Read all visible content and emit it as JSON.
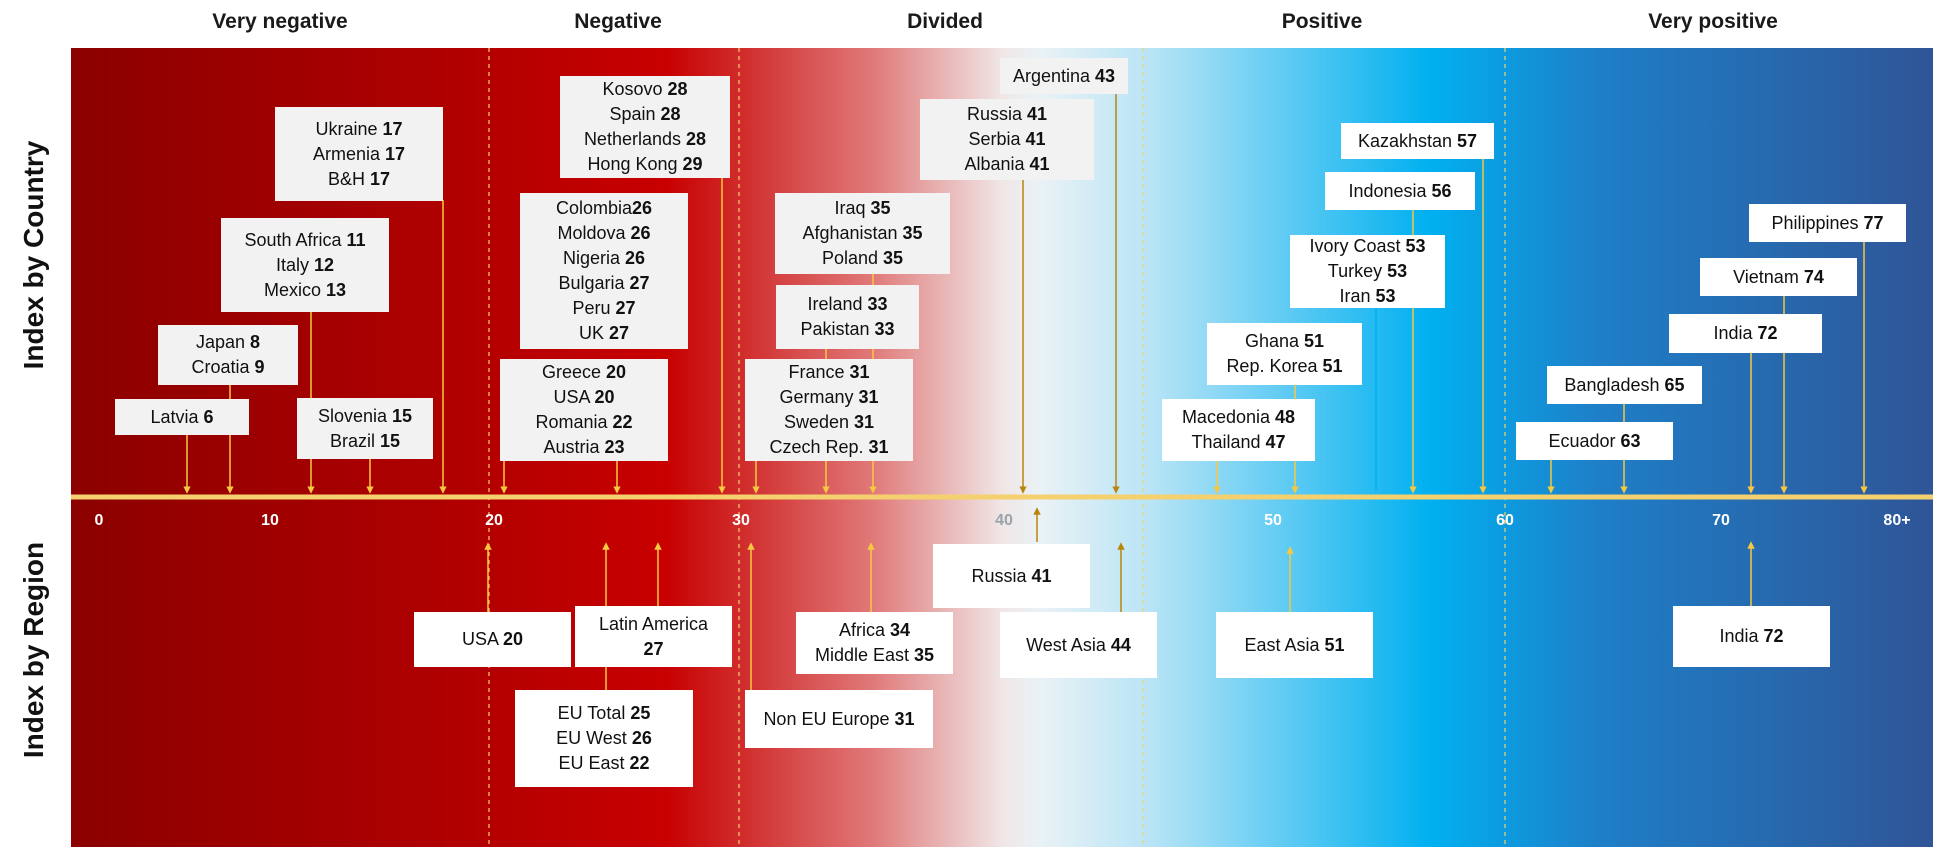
{
  "categories": [
    {
      "label": "Very negative"
    },
    {
      "label": "Negative"
    },
    {
      "label": "Divided"
    },
    {
      "label": "Positive"
    },
    {
      "label": "Very positive"
    }
  ],
  "y_labels": {
    "top": "Index by Country",
    "bottom": "Index by Region"
  },
  "ticks": [
    "0",
    "10",
    "20",
    "30",
    "40",
    "50",
    "60",
    "70",
    "80+"
  ],
  "colors": {
    "dark_red": "#8b0000",
    "red": "#c00000",
    "light_blue": "#00b0f0",
    "navy": "#2f5597",
    "axis": "#f5d06e",
    "arrow_gold": "#b8860b",
    "arrow_light": "#f5c842"
  },
  "chart_data": {
    "type": "scatter",
    "title": "",
    "xlim": [
      0,
      80
    ],
    "country_groups": [
      {
        "items": [
          {
            "name": "Latvia",
            "value": "6"
          }
        ],
        "arrows": [
          6
        ]
      },
      {
        "items": [
          {
            "name": "Japan",
            "value": "8"
          },
          {
            "name": "Croatia",
            "value": "9"
          }
        ],
        "arrows": [
          8
        ]
      },
      {
        "items": [
          {
            "name": "South Africa",
            "value": "11"
          },
          {
            "name": "Italy",
            "value": "12"
          },
          {
            "name": "Mexico",
            "value": "13"
          }
        ],
        "arrows": [
          12
        ]
      },
      {
        "items": [
          {
            "name": "Ukraine",
            "value": "17"
          },
          {
            "name": "Armenia",
            "value": "17"
          },
          {
            "name": "B&H",
            "value": "17"
          }
        ],
        "arrows": [
          17
        ]
      },
      {
        "items": [
          {
            "name": "Slovenia",
            "value": "15"
          },
          {
            "name": "Brazil",
            "value": "15"
          }
        ],
        "arrows": [
          15
        ]
      },
      {
        "items": [
          {
            "name": "Greece",
            "value": "20"
          },
          {
            "name": "USA",
            "value": "20"
          },
          {
            "name": "Romania",
            "value": "22"
          },
          {
            "name": "Austria",
            "value": "23"
          }
        ],
        "arrows": [
          20,
          25
        ]
      },
      {
        "items": [
          {
            "name": "Colombia",
            "value": "26"
          },
          {
            "name": "Moldova",
            "value": "26"
          },
          {
            "name": "Nigeria",
            "value": "26"
          },
          {
            "name": "Bulgaria",
            "value": "27"
          },
          {
            "name": "Peru",
            "value": "27"
          },
          {
            "name": "UK",
            "value": "27"
          }
        ],
        "arrows": []
      },
      {
        "items": [
          {
            "name": "Kosovo",
            "value": "28"
          },
          {
            "name": "Spain",
            "value": "28"
          },
          {
            "name": "Netherlands",
            "value": "28"
          },
          {
            "name": "Hong Kong",
            "value": "29"
          }
        ],
        "arrows": [
          29
        ]
      },
      {
        "items": [
          {
            "name": "France",
            "value": "31"
          },
          {
            "name": "Germany",
            "value": "31"
          },
          {
            "name": "Sweden",
            "value": "31"
          },
          {
            "name": "Czech Rep.",
            "value": "31"
          }
        ],
        "arrows": [
          31
        ]
      },
      {
        "items": [
          {
            "name": "Ireland",
            "value": "33"
          },
          {
            "name": "Pakistan",
            "value": "33"
          }
        ],
        "arrows": [
          33
        ]
      },
      {
        "items": [
          {
            "name": "Iraq",
            "value": "35"
          },
          {
            "name": "Afghanistan",
            "value": "35"
          },
          {
            "name": "Poland",
            "value": "35"
          }
        ],
        "arrows": [
          35
        ]
      },
      {
        "items": [
          {
            "name": "Russia",
            "value": "41"
          },
          {
            "name": "Serbia",
            "value": "41"
          },
          {
            "name": "Albania",
            "value": "41"
          }
        ],
        "arrows": [
          41
        ]
      },
      {
        "items": [
          {
            "name": "Argentina",
            "value": "43"
          }
        ],
        "arrows": [
          43
        ]
      },
      {
        "items": [
          {
            "name": "Macedonia",
            "value": "48"
          },
          {
            "name": "Thailand",
            "value": "47"
          }
        ],
        "arrows": [
          47
        ]
      },
      {
        "items": [
          {
            "name": "Ghana",
            "value": "51"
          },
          {
            "name": "Rep. Korea",
            "value": "51"
          }
        ],
        "arrows": [
          51
        ]
      },
      {
        "items": [
          {
            "name": "Ivory Coast",
            "value": "53"
          },
          {
            "name": "Turkey",
            "value": "53"
          },
          {
            "name": "Iran",
            "value": "53"
          }
        ],
        "arrows": [
          54
        ]
      },
      {
        "items": [
          {
            "name": "Indonesia",
            "value": "56"
          }
        ],
        "arrows": [
          56
        ]
      },
      {
        "items": [
          {
            "name": "Kazakhstan",
            "value": "57"
          }
        ],
        "arrows": [
          59
        ]
      },
      {
        "items": [
          {
            "name": "Ecuador",
            "value": "63"
          }
        ],
        "arrows": [
          63
        ]
      },
      {
        "items": [
          {
            "name": "Bangladesh",
            "value": "65"
          }
        ],
        "arrows": [
          66
        ]
      },
      {
        "items": [
          {
            "name": "India",
            "value": "72"
          }
        ],
        "arrows": [
          72
        ]
      },
      {
        "items": [
          {
            "name": "Vietnam",
            "value": "74"
          }
        ],
        "arrows": [
          74
        ]
      },
      {
        "items": [
          {
            "name": "Philippines",
            "value": "77"
          }
        ],
        "arrows": [
          78
        ]
      }
    ],
    "region_groups": [
      {
        "items": [
          {
            "name": "USA",
            "value": "20"
          }
        ],
        "arrows": [
          20
        ]
      },
      {
        "items": [
          {
            "name": "Latin America",
            "value": "27"
          }
        ],
        "arrows": [
          27
        ]
      },
      {
        "items": [
          {
            "name": "EU Total",
            "value": "25"
          },
          {
            "name": "EU West",
            "value": "26"
          },
          {
            "name": "EU East",
            "value": "22"
          }
        ],
        "arrows": [
          25
        ]
      },
      {
        "items": [
          {
            "name": "Non EU Europe",
            "value": "31"
          }
        ],
        "arrows": [
          31
        ]
      },
      {
        "items": [
          {
            "name": "Africa",
            "value": "34"
          },
          {
            "name": "Middle East",
            "value": "35"
          }
        ],
        "arrows": [
          35
        ]
      },
      {
        "items": [
          {
            "name": "Russia",
            "value": "41"
          }
        ],
        "arrows": [
          41
        ]
      },
      {
        "items": [
          {
            "name": "West Asia",
            "value": "44"
          }
        ],
        "arrows": [
          44
        ]
      },
      {
        "items": [
          {
            "name": "East Asia",
            "value": "51"
          }
        ],
        "arrows": [
          51
        ]
      },
      {
        "items": [
          {
            "name": "India",
            "value": "72"
          }
        ],
        "arrows": [
          72
        ]
      }
    ]
  }
}
